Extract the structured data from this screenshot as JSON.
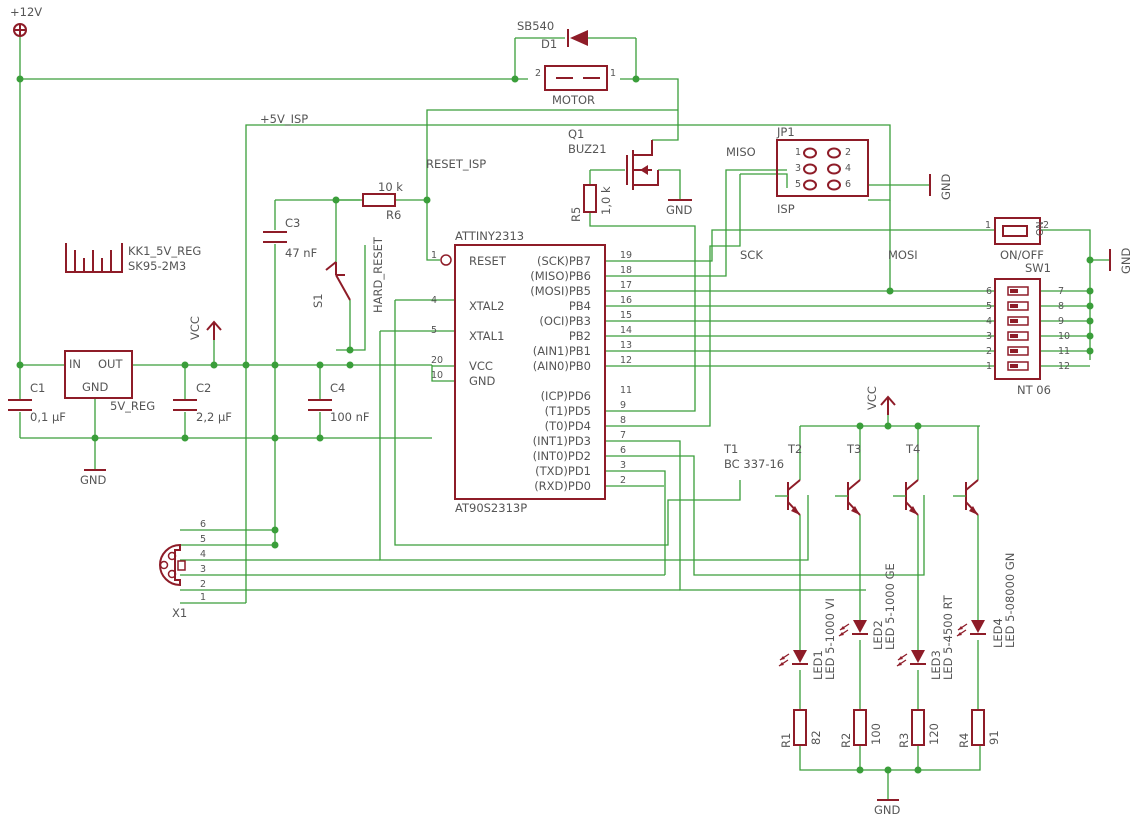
{
  "supply": {
    "v12": "+12V",
    "vcc": "VCC",
    "gnd": "GND",
    "v5isp": "+5V_ISP"
  },
  "heatsink": {
    "name": "KK1_5V_REG",
    "value": "SK95-2M3"
  },
  "regulator": {
    "in": "IN",
    "out": "OUT",
    "gnd": "GND",
    "value": "5V_REG"
  },
  "caps": {
    "c1": {
      "name": "C1",
      "value": "0,1 µF"
    },
    "c2": {
      "name": "C2",
      "value": "2,2 µF"
    },
    "c3": {
      "name": "C3",
      "value": "47 nF"
    },
    "c4": {
      "name": "C4",
      "value": "100 nF"
    }
  },
  "diode": {
    "type": "SB540",
    "name": "D1"
  },
  "motor": {
    "label": "MOTOR",
    "pin1": "1",
    "pin2": "2"
  },
  "mosfet": {
    "name": "Q1",
    "type": "BUZ21"
  },
  "r5": {
    "name": "R5",
    "value": "1,0 k"
  },
  "r6": {
    "name": "R6",
    "value": "10 k"
  },
  "reset_isp": "RESET_ISP",
  "hard_reset": "HARD_RESET",
  "s1": "S1",
  "isp": {
    "name": "JP1",
    "label": "ISP",
    "miso": "MISO",
    "sck": "SCK",
    "mosi": "MOSI",
    "pins": [
      "1",
      "2",
      "3",
      "4",
      "5",
      "6"
    ]
  },
  "sw1": {
    "name": "SW1",
    "onoff": "ON/OFF",
    "value": "NT 06",
    "on": "ON"
  },
  "mcu": {
    "name": "ATTINY2313",
    "value": "AT90S2313P",
    "left": [
      {
        "num": "1",
        "label": "RESET"
      },
      {
        "num": "4",
        "label": "XTAL2"
      },
      {
        "num": "5",
        "label": "XTAL1"
      },
      {
        "num": "20",
        "label": "VCC"
      },
      {
        "num": "10",
        "label": "GND"
      }
    ],
    "right": [
      {
        "num": "19",
        "label": "(SCK)PB7"
      },
      {
        "num": "18",
        "label": "(MISO)PB6"
      },
      {
        "num": "17",
        "label": "(MOSI)PB5"
      },
      {
        "num": "16",
        "label": "PB4"
      },
      {
        "num": "15",
        "label": "(OCI)PB3"
      },
      {
        "num": "14",
        "label": "PB2"
      },
      {
        "num": "13",
        "label": "(AIN1)PB1"
      },
      {
        "num": "12",
        "label": "(AIN0)PB0"
      },
      {
        "num": "11",
        "label": "(ICP)PD6"
      },
      {
        "num": "9",
        "label": "(T1)PD5"
      },
      {
        "num": "8",
        "label": "(T0)PD4"
      },
      {
        "num": "7",
        "label": "(INT1)PD3"
      },
      {
        "num": "6",
        "label": "(INT0)PD2"
      },
      {
        "num": "3",
        "label": "(TXD)PD1"
      },
      {
        "num": "2",
        "label": "(RXD)PD0"
      }
    ]
  },
  "x1": {
    "name": "X1",
    "pins": [
      "6",
      "5",
      "4",
      "3",
      "2",
      "1"
    ]
  },
  "transistors": {
    "t1": "T1",
    "t1_type": "BC 337-16",
    "names": [
      "T2",
      "T3",
      "T4"
    ]
  },
  "leds": [
    {
      "name": "LED1",
      "value": "LED 5-1000 VI"
    },
    {
      "name": "LED2",
      "value": "LED 5-1000 GE"
    },
    {
      "name": "LED3",
      "value": "LED 5-4500 RT"
    },
    {
      "name": "LED4",
      "value": "LED 5-08000 GN"
    }
  ],
  "resistors": [
    {
      "name": "R1",
      "value": "82"
    },
    {
      "name": "R2",
      "value": "100"
    },
    {
      "name": "R3",
      "value": "120"
    },
    {
      "name": "R4",
      "value": "91"
    }
  ]
}
